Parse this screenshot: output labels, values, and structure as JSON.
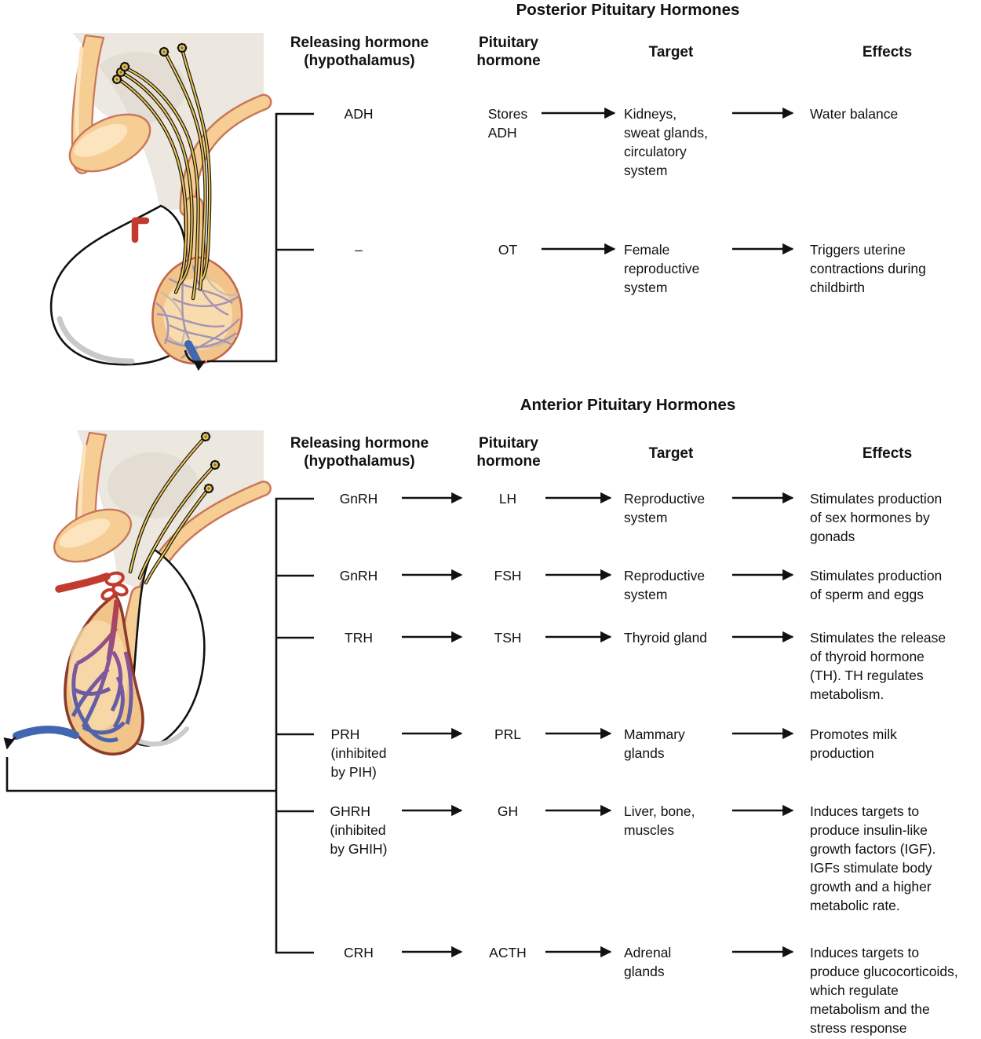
{
  "diagram": {
    "posterior": {
      "title": "Posterior Pituitary Hormones",
      "headers": {
        "releasing": "Releasing hormone\n(hypothalamus)",
        "pituitary": "Pituitary\nhormone",
        "target": "Target",
        "effects": "Effects"
      },
      "rows": [
        {
          "releasing": "ADH",
          "pituitary": "Stores\nADH",
          "target": "Kidneys,\nsweat glands,\ncirculatory\nsystem",
          "effects": "Water balance"
        },
        {
          "releasing": "–",
          "pituitary": "OT",
          "target": "Female\nreproductive\nsystem",
          "effects": "Triggers uterine\ncontractions during\nchildbirth"
        }
      ]
    },
    "anterior": {
      "title": "Anterior Pituitary Hormones",
      "headers": {
        "releasing": "Releasing hormone\n(hypothalamus)",
        "pituitary": "Pituitary\nhormone",
        "target": "Target",
        "effects": "Effects"
      },
      "rows": [
        {
          "releasing": "GnRH",
          "pituitary": "LH",
          "target": "Reproductive\nsystem",
          "effects": "Stimulates production\nof sex hormones by\ngonads"
        },
        {
          "releasing": "GnRH",
          "pituitary": "FSH",
          "target": "Reproductive\nsystem",
          "effects": "Stimulates production\nof sperm and eggs"
        },
        {
          "releasing": "TRH",
          "pituitary": "TSH",
          "target": "Thyroid gland",
          "effects": "Stimulates the release\nof thyroid hormone\n(TH). TH regulates\nmetabolism."
        },
        {
          "releasing": "PRH\n(inhibited\nby PIH)",
          "pituitary": "PRL",
          "target": "Mammary\nglands",
          "effects": "Promotes milk\nproduction"
        },
        {
          "releasing": "GHRH\n(inhibited\nby GHIH)",
          "pituitary": "GH",
          "target": "Liver, bone,\nmuscles",
          "effects": "Induces targets to\nproduce insulin-like\ngrowth factors (IGF).\nIGFs stimulate body\ngrowth and a higher\nmetabolic rate."
        },
        {
          "releasing": "CRH",
          "pituitary": "ACTH",
          "target": "Adrenal\nglands",
          "effects": "Induces targets to\nproduce glucocorticoids,\nwhich regulate\nmetabolism and the\nstress response"
        }
      ]
    },
    "illustrations": {
      "posterior_figure": "hypothalamus with neurons storing hormones in posterior pituitary",
      "anterior_figure": "hypothalamus with portal vessels feeding anterior pituitary",
      "colors": {
        "tissue_beige": "#ece7df",
        "hypothalamus_tan": "#f6cd92",
        "tan_outline": "#c8775b",
        "neuron_yellow": "#e9c558",
        "artery_red": "#c23b2f",
        "vein_blue": "#4168ae",
        "capillary_purple": "#a593b5",
        "anterior_lobe_fill": "#f3c489",
        "anterior_lobe_outline": "#8c3b2b",
        "line_black": "#111111"
      }
    }
  }
}
